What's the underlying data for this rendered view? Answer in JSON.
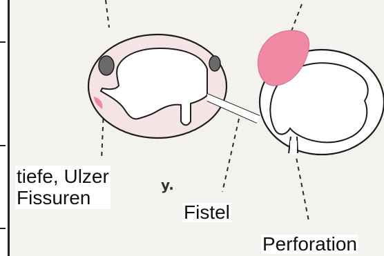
{
  "labels": {
    "ulcer": "tiefe, Ulzer",
    "fissures": "Fissuren",
    "fistula": "Fistel",
    "perforation": "Perforation",
    "stray_mark": "y."
  },
  "colors": {
    "wall_fill": "#f5e4e6",
    "stroke": "#1c1c1c",
    "lymph_node": "#6a6a6a",
    "abscess": "#f08aa4",
    "background": "#f4f2ee"
  }
}
